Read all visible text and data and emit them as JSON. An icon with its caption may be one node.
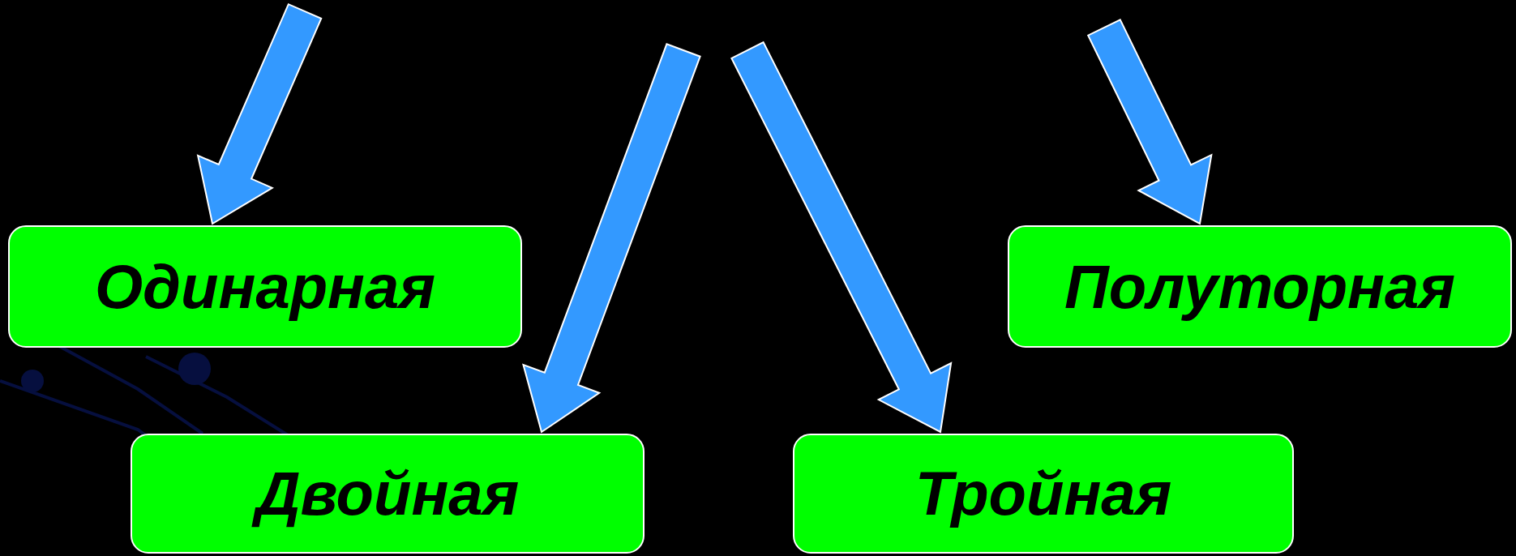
{
  "diagram": {
    "nodes": [
      {
        "text": [
          "Одинарная"
        ]
      },
      {
        "text": [
          "Полуторная"
        ]
      },
      {
        "text": [
          "Двойная"
        ]
      },
      {
        "text": [
          "Тройная"
        ]
      }
    ],
    "edges": [
      {
        "from": null,
        "to": 0,
        "arrow": "to"
      },
      {
        "from": null,
        "to": 2,
        "arrow": "to"
      },
      {
        "from": null,
        "to": 3,
        "arrow": "to"
      },
      {
        "from": null,
        "to": 1,
        "arrow": "to"
      }
    ]
  }
}
